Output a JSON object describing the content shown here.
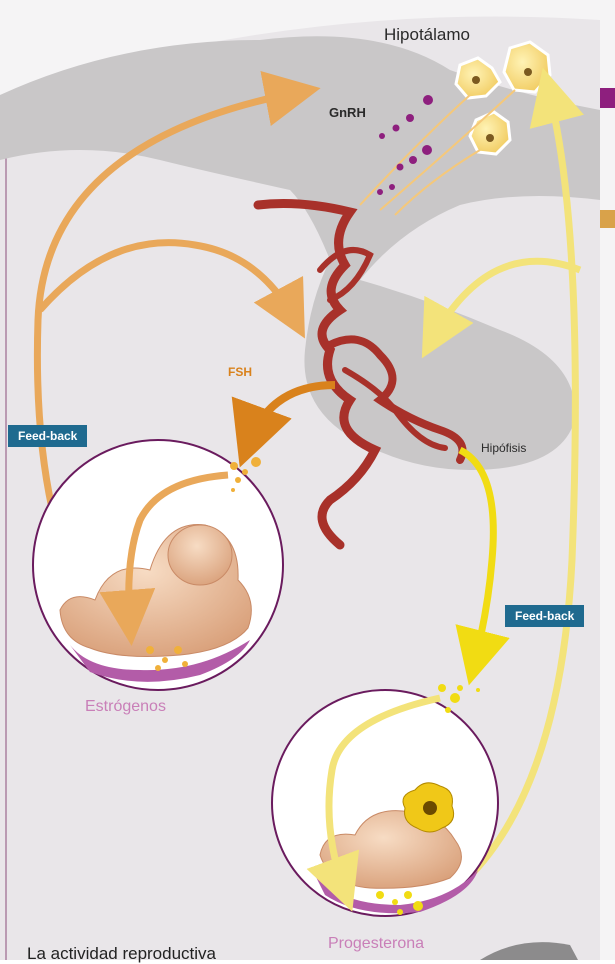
{
  "labels": {
    "hipotalamo": "Hipotálamo",
    "gnrh": "GnRH",
    "fsh": "FSH",
    "hipofisis": "Hipófisis",
    "estrogenos": "Estrógenos",
    "progesterona": "Progesterona"
  },
  "badges": {
    "feedback_left": "Feed-back",
    "feedback_right": "Feed-back"
  },
  "caption": "La actividad reproductiva",
  "colors": {
    "gland_gray": "#c9c7c8",
    "vessel_red": "#a8312a",
    "arrow_orange": "#e9a85a",
    "arrow_dark_orange": "#d9821c",
    "arrow_yellow": "#f3e37a",
    "arrow_bright_yellow": "#f1dc13",
    "circle_border": "#6a1b5e",
    "badge_blue": "#1f6a8f",
    "hormone_purple": "#8e1f7e",
    "label_pink": "#c97fb8"
  }
}
